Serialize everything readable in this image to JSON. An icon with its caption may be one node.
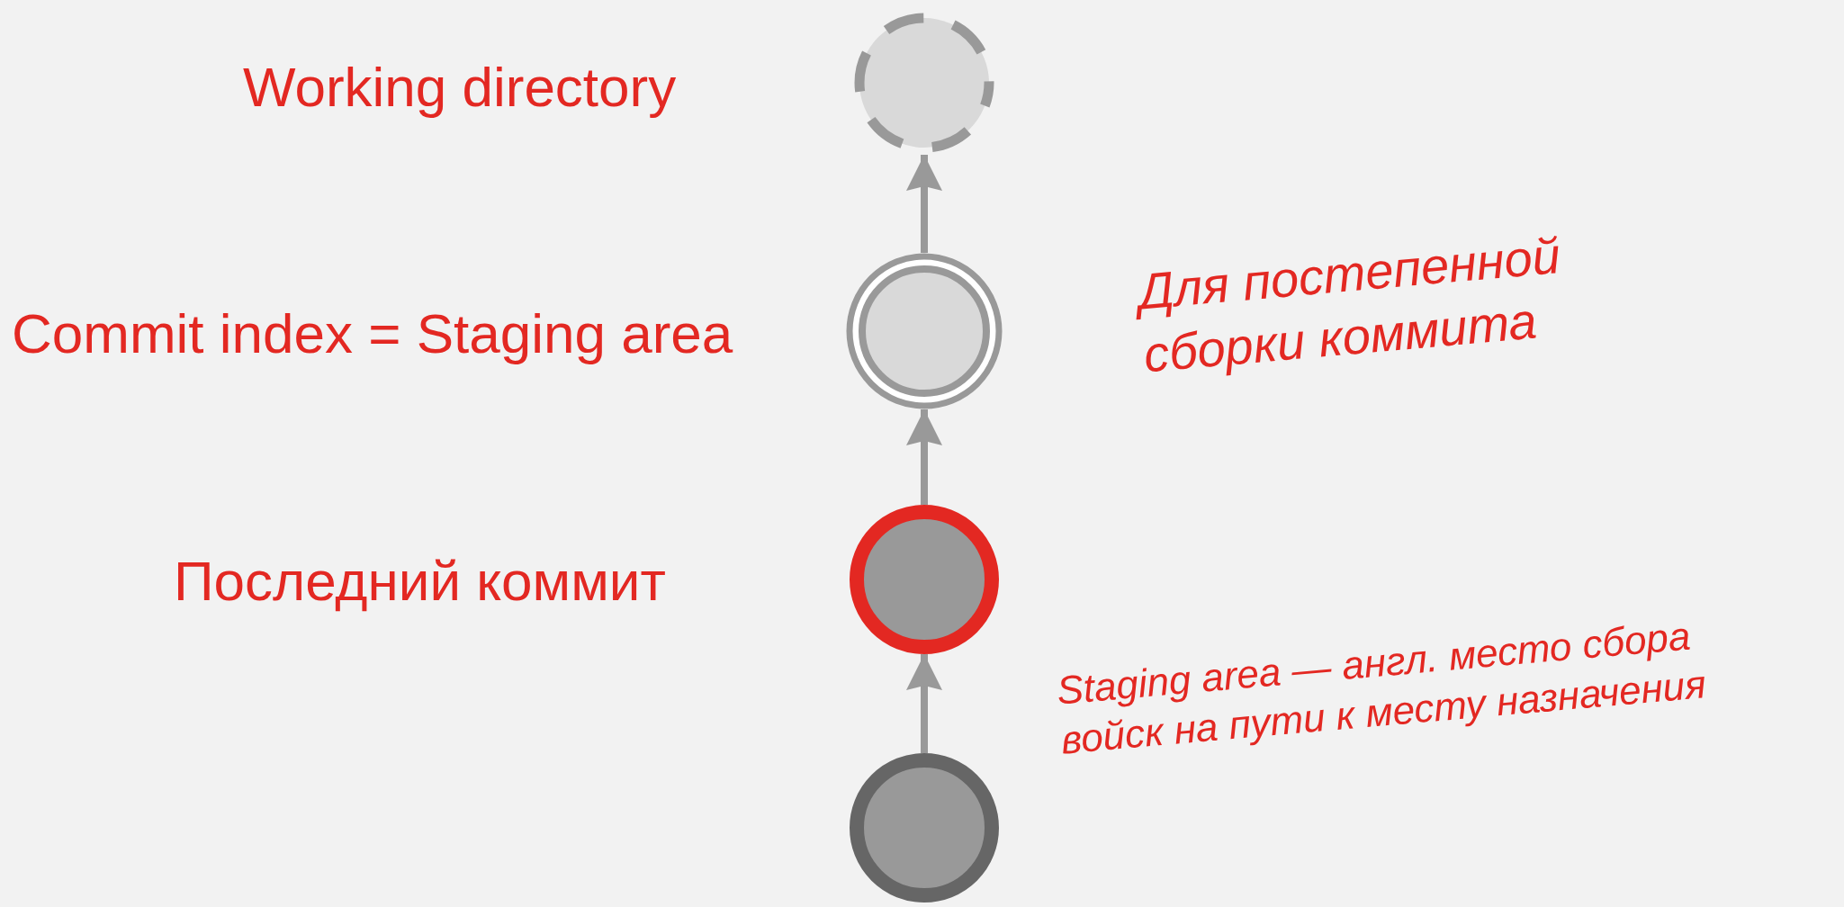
{
  "diagram": {
    "nodes": [
      {
        "text": [],
        "shape": "circle"
      },
      {
        "text": [],
        "shape": "circle"
      },
      {
        "text": [],
        "shape": "circle"
      },
      {
        "text": [],
        "shape": "circle"
      }
    ],
    "edges": [
      {
        "from": 3,
        "to": 2,
        "arrow": "to"
      },
      {
        "from": 2,
        "to": 1,
        "arrow": "to"
      },
      {
        "from": 1,
        "to": 0,
        "arrow": "to"
      }
    ],
    "labels": [
      "Working directory",
      "Для постепенной сборки коммита",
      "Commit index = Staging area",
      "Последний коммит",
      "Staging area — англ. место сбора войск на пути к месту назначения"
    ]
  }
}
